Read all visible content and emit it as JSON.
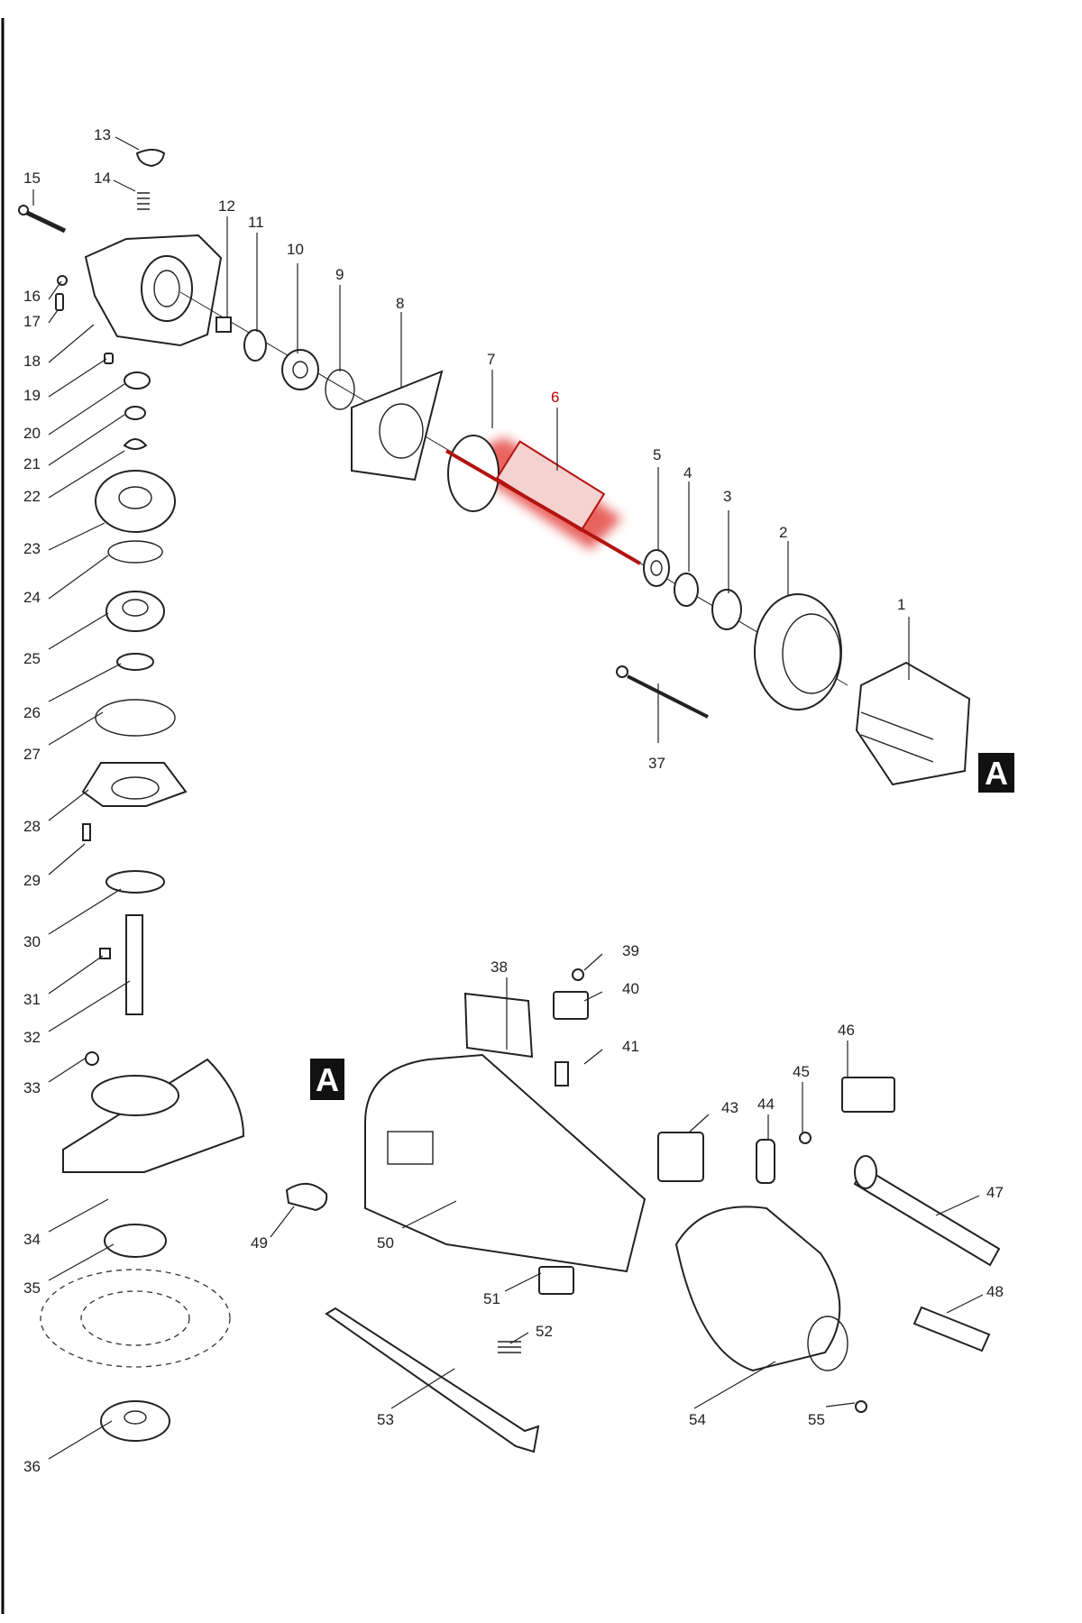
{
  "diagram": {
    "highlighted_part": "6",
    "section_marker": "A",
    "highlight_color": "#e0201e",
    "labels": [
      {
        "id": "p1",
        "text": "1"
      },
      {
        "id": "p2",
        "text": "2"
      },
      {
        "id": "p3",
        "text": "3"
      },
      {
        "id": "p4",
        "text": "4"
      },
      {
        "id": "p5",
        "text": "5"
      },
      {
        "id": "p6",
        "text": "6"
      },
      {
        "id": "p7",
        "text": "7"
      },
      {
        "id": "p8",
        "text": "8"
      },
      {
        "id": "p9",
        "text": "9"
      },
      {
        "id": "p10",
        "text": "10"
      },
      {
        "id": "p11",
        "text": "11"
      },
      {
        "id": "p12",
        "text": "12"
      },
      {
        "id": "p13",
        "text": "13"
      },
      {
        "id": "p14",
        "text": "14"
      },
      {
        "id": "p15",
        "text": "15"
      },
      {
        "id": "p16",
        "text": "16"
      },
      {
        "id": "p17",
        "text": "17"
      },
      {
        "id": "p18",
        "text": "18"
      },
      {
        "id": "p19",
        "text": "19"
      },
      {
        "id": "p20",
        "text": "20"
      },
      {
        "id": "p21",
        "text": "21"
      },
      {
        "id": "p22",
        "text": "22"
      },
      {
        "id": "p23",
        "text": "23"
      },
      {
        "id": "p24",
        "text": "24"
      },
      {
        "id": "p25",
        "text": "25"
      },
      {
        "id": "p26",
        "text": "26"
      },
      {
        "id": "p27",
        "text": "27"
      },
      {
        "id": "p28",
        "text": "28"
      },
      {
        "id": "p29",
        "text": "29"
      },
      {
        "id": "p30",
        "text": "30"
      },
      {
        "id": "p31",
        "text": "31"
      },
      {
        "id": "p32",
        "text": "32"
      },
      {
        "id": "p33",
        "text": "33"
      },
      {
        "id": "p34",
        "text": "34"
      },
      {
        "id": "p35",
        "text": "35"
      },
      {
        "id": "p36",
        "text": "36"
      },
      {
        "id": "p37",
        "text": "37"
      },
      {
        "id": "p38",
        "text": "38"
      },
      {
        "id": "p39",
        "text": "39"
      },
      {
        "id": "p40",
        "text": "40"
      },
      {
        "id": "p41",
        "text": "41"
      },
      {
        "id": "p43",
        "text": "43"
      },
      {
        "id": "p44",
        "text": "44"
      },
      {
        "id": "p45",
        "text": "45"
      },
      {
        "id": "p46",
        "text": "46"
      },
      {
        "id": "p47",
        "text": "47"
      },
      {
        "id": "p48",
        "text": "48"
      },
      {
        "id": "p49",
        "text": "49"
      },
      {
        "id": "p50",
        "text": "50"
      },
      {
        "id": "p51",
        "text": "51"
      },
      {
        "id": "p52",
        "text": "52"
      },
      {
        "id": "p53",
        "text": "53"
      },
      {
        "id": "p54",
        "text": "54"
      },
      {
        "id": "p55",
        "text": "55"
      }
    ]
  }
}
